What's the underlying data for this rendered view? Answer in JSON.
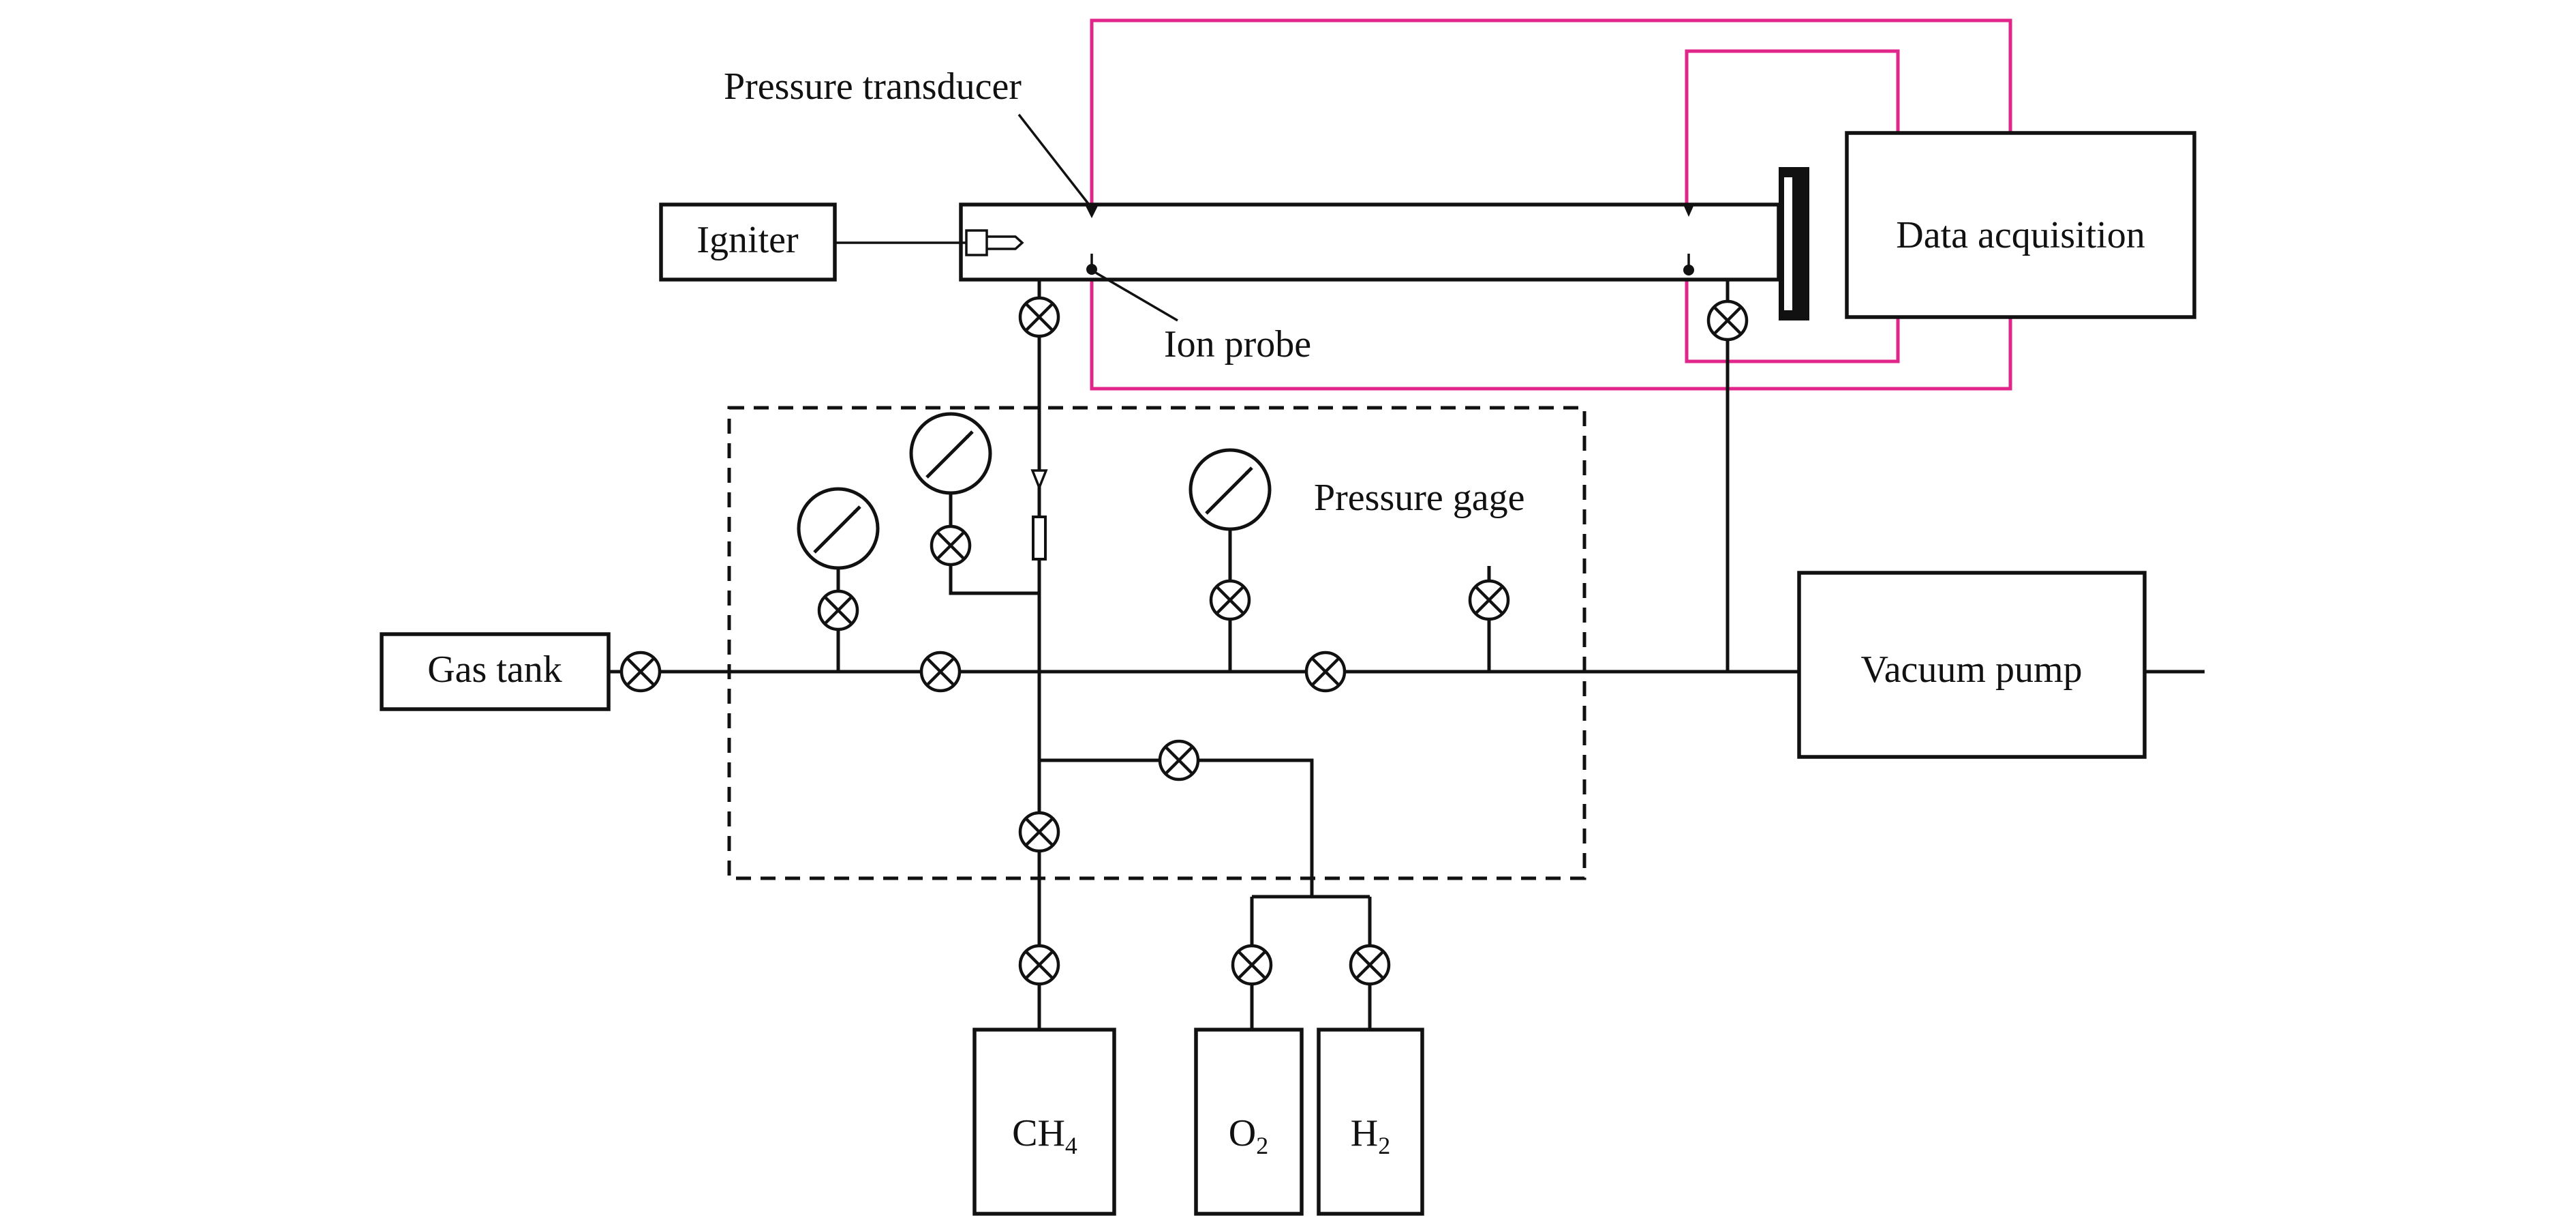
{
  "labels": {
    "pressure_transducer": "Pressure transducer",
    "igniter": "Igniter",
    "data_acquisition": "Data acquisition",
    "ion_probe": "Ion probe",
    "pressure_gage": "Pressure gage",
    "gas_tank": "Gas tank",
    "vacuum_pump": "Vacuum pump"
  },
  "gases": {
    "ch4": {
      "base": "CH",
      "sub": "4"
    },
    "o2": {
      "base": "O",
      "sub": "2"
    },
    "h2": {
      "base": "H",
      "sub": "2"
    }
  },
  "colors": {
    "line": "#111111",
    "signal_wire": "#e0268a"
  }
}
